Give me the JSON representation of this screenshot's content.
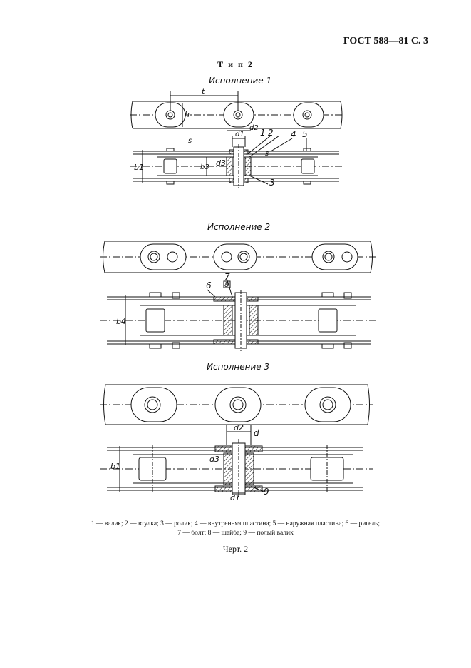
{
  "header": {
    "code": "ГОСТ 588—81 С. 3"
  },
  "section_title": "Т и п 2",
  "variants": {
    "v1": "Исполнение 1",
    "v2": "Исполнение 2",
    "v3": "Исполнение 3"
  },
  "labels": {
    "v1": {
      "t": "t",
      "h": "h",
      "d2": "d2",
      "d1": "d1",
      "n1": "1",
      "n2": "2",
      "n4": "4",
      "n5": "5",
      "s1": "s",
      "s2": "s",
      "b1": "b1",
      "b3": "b3",
      "d3": "d3",
      "n3": "3"
    },
    "v2": {
      "n6": "6",
      "n7": "7",
      "n8": "8",
      "b4": "b4"
    },
    "v3": {
      "d2": "d2",
      "d": "d",
      "d3": "d3",
      "b1": "b1",
      "d1": "d1",
      "n9": "9"
    }
  },
  "legend": {
    "line1": "1 — валик; 2 — втулка; 3 — ролик; 4 — внутренняя пластина; 5 — наружная пластина; 6 — ригель;",
    "line2": "7 — болт; 8 — шайба; 9 — полый валик"
  },
  "caption": "Черт. 2"
}
